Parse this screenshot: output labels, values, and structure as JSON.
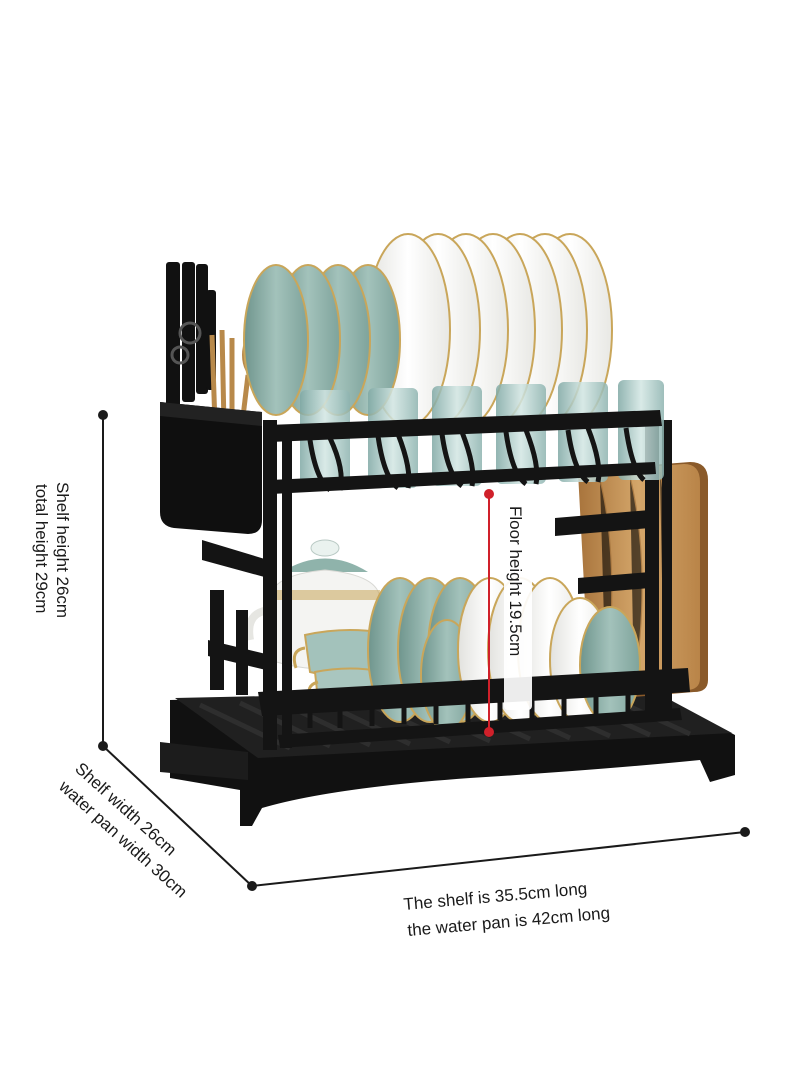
{
  "labels": {
    "shelf_height": "Shelf height 26cm",
    "total_height": "total height 29cm",
    "floor_height": "Floor height 19.5cm",
    "shelf_width": "Shelf width 26cm",
    "water_pan_width": "water pan width 30cm",
    "shelf_length": "The shelf is 35.5cm long",
    "water_pan_length": "the water pan is 42cm long"
  },
  "colors": {
    "rack": "#141414",
    "plate_teal": "#8fb3ab",
    "plate_white": "#f4f4f2",
    "gold_rim": "#c9a65a",
    "glass": "#9fc3c0",
    "board": "#c99a5e",
    "floor_marker": "#d0202a",
    "dimension_line": "#1a1a1a"
  }
}
